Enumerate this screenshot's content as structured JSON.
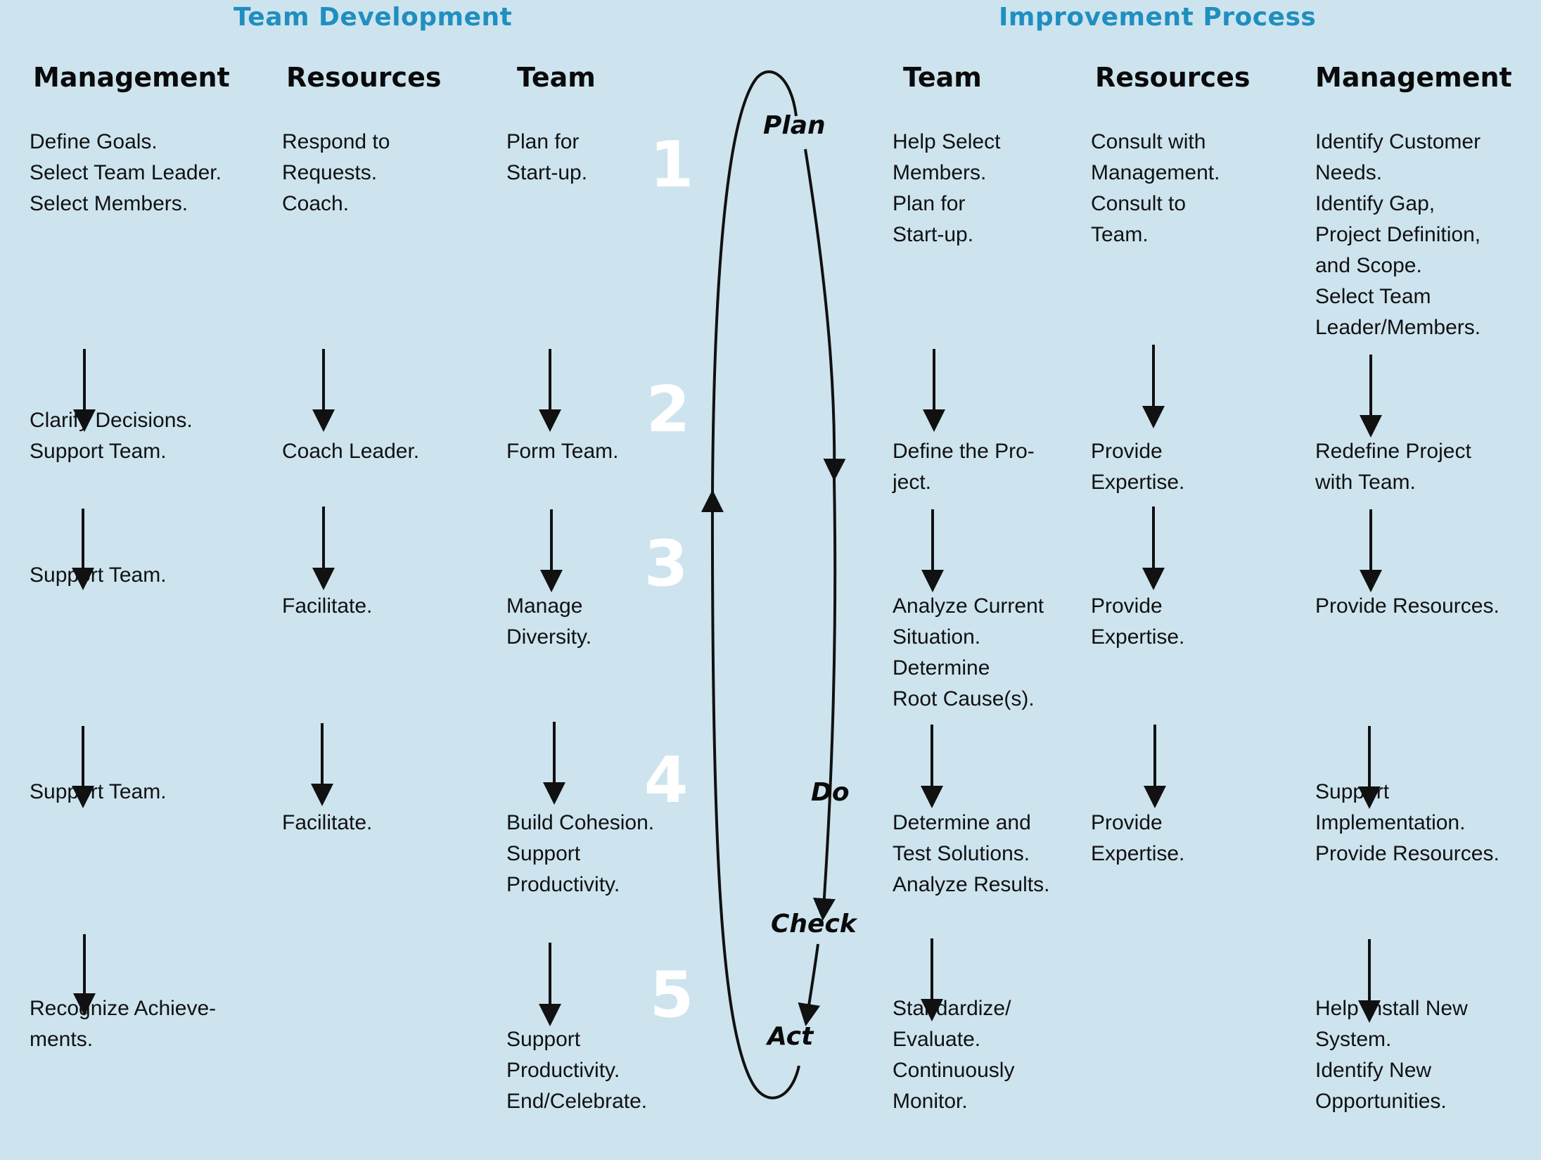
{
  "titles": {
    "left": "Team Development",
    "right": "Improvement Process"
  },
  "headers": {
    "left": [
      "Management",
      "Resources",
      "Team"
    ],
    "right": [
      "Team",
      "Resources",
      "Management"
    ]
  },
  "steps": [
    "1",
    "2",
    "3",
    "4",
    "5"
  ],
  "cycle": {
    "plan": "Plan",
    "do": "Do",
    "check": "Check",
    "act": "Act"
  },
  "team_development": {
    "management": [
      [
        "Define Goals.",
        "Select Team Leader.",
        "Select Members."
      ],
      [
        "Clarify Decisions.",
        "Support Team."
      ],
      [
        "Support Team."
      ],
      [
        "Support Team."
      ],
      [
        "Recognize Achieve-",
        "ments."
      ]
    ],
    "resources": [
      [
        "Respond to",
        "Requests.",
        "Coach."
      ],
      [
        "Coach Leader."
      ],
      [
        "Facilitate."
      ],
      [
        "Facilitate."
      ]
    ],
    "team": [
      [
        "Plan for",
        "Start-up."
      ],
      [
        "Form Team."
      ],
      [
        "Manage",
        "Diversity."
      ],
      [
        "Build Cohesion.",
        "Support",
        "Productivity."
      ],
      [
        "Support",
        "Productivity.",
        "End/Celebrate."
      ]
    ]
  },
  "improvement_process": {
    "team": [
      [
        "Help Select",
        "Members.",
        "Plan for",
        "Start-up."
      ],
      [
        "Define the Pro-",
        "ject."
      ],
      [
        "Analyze Current",
        "Situation.",
        "Determine",
        "Root Cause(s)."
      ],
      [
        "Determine and",
        "Test Solutions.",
        "Analyze Results."
      ],
      [
        "Standardize/",
        "Evaluate.",
        "Continuously",
        "Monitor."
      ]
    ],
    "resources": [
      [
        "Consult with",
        "Management.",
        "Consult to",
        "Team."
      ],
      [
        "Provide",
        "Expertise."
      ],
      [
        "Provide",
        "Expertise."
      ],
      [
        "Provide",
        "Expertise."
      ]
    ],
    "management": [
      [
        "Identify Customer",
        "Needs.",
        "Identify Gap,",
        "Project Definition,",
        "and Scope.",
        "Select Team",
        "Leader/Members."
      ],
      [
        "Redefine Project",
        "with Team."
      ],
      [
        "Provide Resources."
      ],
      [
        "Support",
        "Implementation.",
        "Provide Resources."
      ],
      [
        "Help Install New",
        "System.",
        "Identify New",
        "Opportunities."
      ]
    ]
  }
}
